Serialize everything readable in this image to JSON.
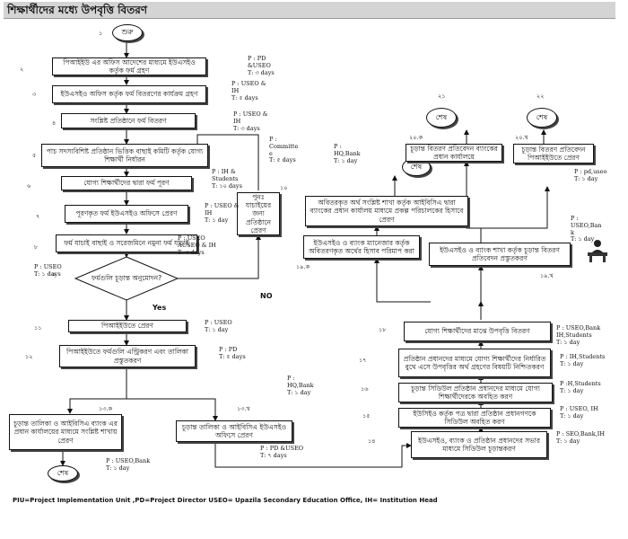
{
  "title": "শিক্ষার্থীদের মধ্যে উপবৃত্তি বিতরণ",
  "terminals": {
    "start": "শুরু",
    "end": "শেষ"
  },
  "nodes": {
    "n2": "পিআইইউ এর অফিস আদেশের মাধ্যমে ইউএসইও কর্তৃক ফর্ম গ্রহণ",
    "n3": "ইউএসইও অফিস কর্তৃক ফর্ম বিতরণের কার্যক্রম গ্রহণ",
    "n4": "সংশ্লিষ্ট প্রতিষ্ঠানে ফর্ম বিতরণ",
    "n5": "পাচ সদস্যবিশিষ্ট প্রতিষ্ঠান ভিত্তিক বাছাই কমিটি কর্তৃক যোগ্য শিক্ষার্থী নির্ধারন",
    "n6": "যোগ্য শিক্ষার্থীদের দ্বারা ফর্ম পূরণ",
    "n7": "পূরণকৃত ফর্ম ইউএসইও অফিসে প্রেরণ",
    "n8": "ফর্ম যাচাই বাছাই ও সরেজমিনে নমুনা ফর্ম যাচাই",
    "n9": "ফর্মগুলি চূড়ান্ত অনুমোদন?",
    "n10": "পুনঃ যাচাইয়ের জন্য প্রতিষ্ঠানে প্রেরণ",
    "n11": "পিআইইউতে প্রেরণ",
    "n12": "পিআইইউতে ফর্মগুলি এন্ট্রিকরণ এবং তালিকা প্রস্তুতকরণ",
    "n13a": "চূড়ান্ত তালিকা ও আইবিসিএ ব্যাংক এর প্রধান কার্যালয়ের মাধ্যমে সংশ্লিষ্ট শাখায় প্রেরণ",
    "n13b": "চূড়ান্ত তালিকা ও আইবিসিএ ইউএসইও অফিসে প্রেরণ",
    "n14": "ইউএসইও, ব্যাংক ও প্রতিষ্ঠান প্রধানদের সভার মাধ্যমে সিডিউল চূড়ান্তকরণ",
    "n15": "ইউসিইও কর্তৃক পত্র দ্বারা প্রতিষ্ঠান প্রধানগণকে সিডিউল অবহিত করণ",
    "n16": "চূড়ান্ত সিডিউল প্রতিষ্ঠান প্রধানদের মাধ্যমে যোগ্য শিক্ষার্থীদেরকে অবহিত করণ",
    "n17": "প্রতিষ্ঠান প্রধানদের মাধ্যমে যোগ্য শিক্ষার্থীদের নির্ধারিত বুথে এসে উপবৃত্তির অর্থ গ্রহণের বিষয়টি নিশ্চিতকরণ",
    "n18": "যোগ্য শিক্ষার্থীদের মাঝে উপবৃত্তি বিতরণ",
    "n19a": "ইউএসইও ও ব্যাংক ম্যানেজার কর্তৃক অবিতরণকৃত অর্থের হিসাব পরিমাপ করা",
    "n19b": "ইউএসইও ও ব্যাংক শাখা কর্তৃক চূড়ান্ত বিতরণ প্রতিবেদন প্রস্তুতকরণ",
    "n20a": "অবিতরকৃত অর্থ সংশ্লিষ্ট শাখা কর্তৃক আইবিসিএ দ্বারা ব্যাংকের প্রধান কার্যালয় মাধ্যমে প্রকল্প পরিচালকের হিসাবে প্রেরণ",
    "n20b": "চূড়ান্ত বিতরণ প্রতিবেদন পিআইইউতে প্রেরণ",
    "n21": "চূড়ান্ত বিতরণ প্রতিবেদন ব্যাংকের প্রধান কার্যালয়ে"
  },
  "branch_labels": {
    "yes": "Yes",
    "no": "NO"
  },
  "step_numbers": {
    "s1": "১",
    "s2": "২",
    "s3": "৩",
    "s4": "৪",
    "s5": "৫",
    "s6": "৬",
    "s7": "৭",
    "s8": "৮",
    "s9": "৯",
    "s10": "১০",
    "s11": "১১",
    "s12": "১২",
    "s13a": "১৩.ক",
    "s13b": "১৩.খ",
    "s14": "১৪",
    "s15": "১৫",
    "s16": "১৬",
    "s17": "১৭",
    "s18": "১৮",
    "s19a": "১৯.ক",
    "s19b": "১৯.খ",
    "s20a": "২০.ক",
    "s20b": "২০.খ",
    "s21": "২১",
    "s22": "২২"
  },
  "responsibilities": {
    "r2": "P : PD\n&USEO\nT: ৩ days",
    "r3": "P : USEO &\nIH\nT: ৫ days",
    "r4": "P : USEO &\nIH\nT: ৩ days",
    "r5": "P :\nCommitte\ne\nT: ৫ days",
    "r6": "P : IH &\nStudents\nT: ১০ days",
    "r7": "P : USEO &\nIH\nT: ১ day",
    "r8": "P : USEO\nAUSEO & IH\nT: ৩ days",
    "r8b": "P : USEO\nT: ১ days",
    "r11": "P : USEO\nT: ১ day",
    "r12": "P : PD\nT: ৫ days",
    "r13a": "P : USEO,Bank\nT: ১ day",
    "r13b": "P : PD &USEO\nT: ৭ days",
    "r14": "P : SEO,Bank,IH\nT: ১ day",
    "r15": "P : USEO, IH\nT: ১ day",
    "r16": "P :H,Students\nT: ১ day",
    "r17": "P : IH,Students\nT: ১ day",
    "r18": "P : USEO,Bank\nIH,Students\nT: ১ day",
    "r19a": "P :\nHQ,Bank\nT: ১ day",
    "r19b": "P :\nUSEO,Ban\nk\nT: ১ day",
    "r20a": "P :\nHQ,Bank\nT: ১ day",
    "r20b": "P : pd,useo\nT: ১ day"
  },
  "footer": "PIU=Project Implementation Unit ,PD=Project Director USEO= Upazila Secondary Education Office, IH= Institution Head",
  "icons": {
    "person": "person-at-desk-icon"
  }
}
